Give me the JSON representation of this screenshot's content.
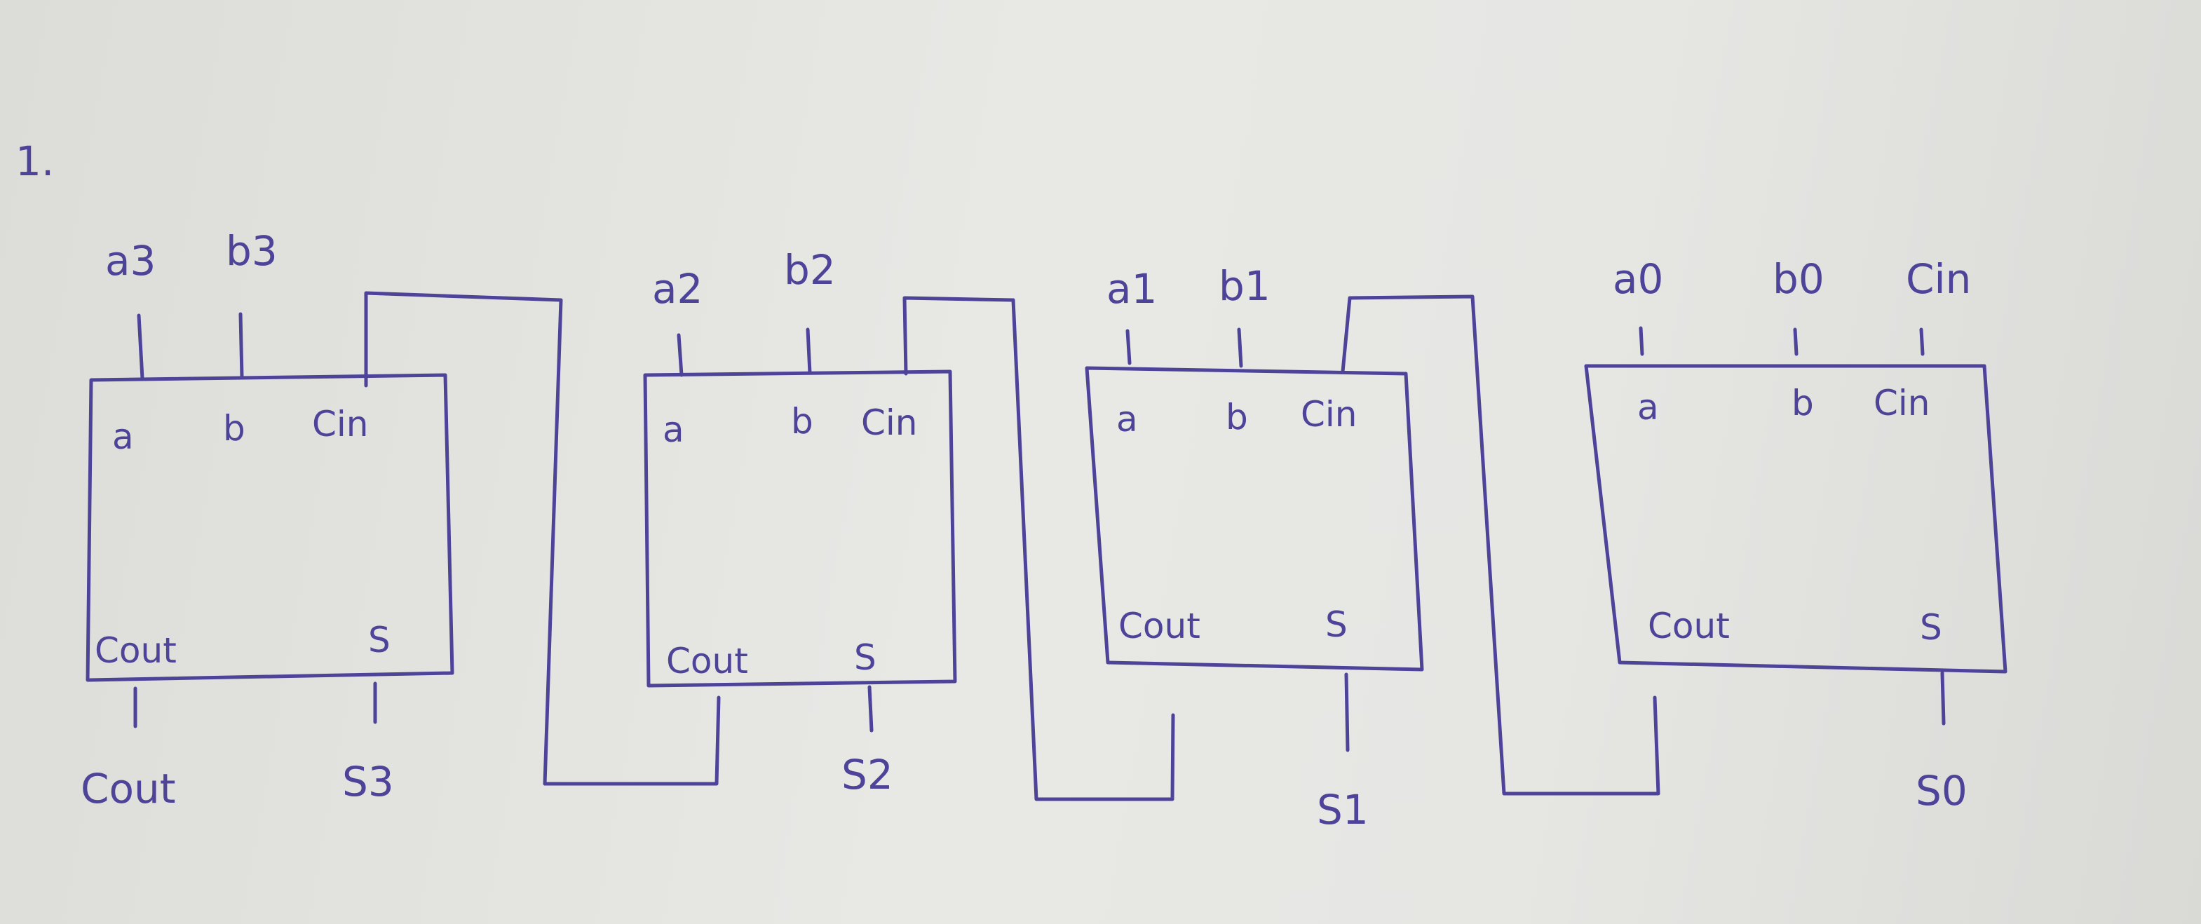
{
  "problem_number": "1.",
  "adders": [
    {
      "inputs": {
        "a": "a3",
        "b": "b3"
      },
      "ports": {
        "a": "a",
        "b": "b",
        "cin": "Cin",
        "cout": "Cout",
        "s": "S"
      },
      "outputs": {
        "cout": "Cout",
        "s": "S3"
      }
    },
    {
      "inputs": {
        "a": "a2",
        "b": "b2"
      },
      "ports": {
        "a": "a",
        "b": "b",
        "cin": "Cin",
        "cout": "Cout",
        "s": "S"
      },
      "outputs": {
        "s": "S2"
      }
    },
    {
      "inputs": {
        "a": "a1",
        "b": "b1"
      },
      "ports": {
        "a": "a",
        "b": "b",
        "cin": "Cin",
        "cout": "Cout",
        "s": "S"
      },
      "outputs": {
        "s": "S1"
      }
    },
    {
      "inputs": {
        "a": "a0",
        "b": "b0",
        "cin": "Cin"
      },
      "ports": {
        "a": "a",
        "b": "b",
        "cin": "Cin",
        "cout": "Cout",
        "s": "S"
      },
      "outputs": {
        "s": "S0"
      }
    }
  ]
}
